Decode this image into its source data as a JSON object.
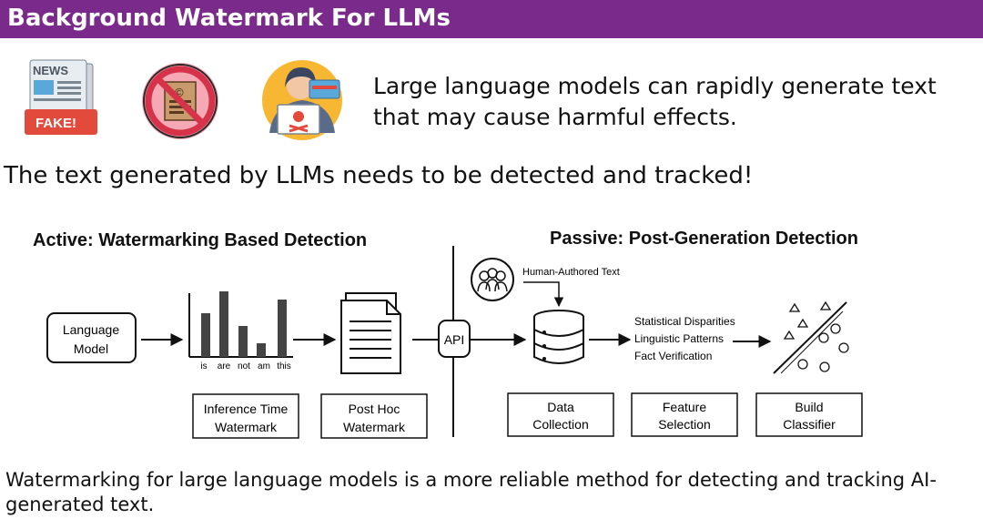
{
  "header": {
    "title": "Background Watermark For LLMs"
  },
  "icons": {
    "news_fake": {
      "icon": "fake-news-icon",
      "top_label": "NEWS",
      "badge_label": "FAKE!"
    },
    "copyright": {
      "icon": "no-copyright-icon",
      "symbol": "©"
    },
    "hacker": {
      "icon": "hacker-icon"
    }
  },
  "intro": {
    "text": "Large language models can rapidly generate text that  may cause harmful effects."
  },
  "need": {
    "text": "The text generated by LLMs needs to be detected and tracked!"
  },
  "active": {
    "title": "Active: Watermarking Based Detection",
    "model_label_1": "Language",
    "model_label_2": "Model",
    "tokens": [
      "is",
      "are",
      "not",
      "am",
      "this"
    ],
    "inference_label_1": "Inference Time",
    "inference_label_2": "Watermark",
    "posthoc_label_1": "Post Hoc",
    "posthoc_label_2": "Watermark"
  },
  "api_label": "API",
  "passive": {
    "title": "Passive: Post-Generation Detection",
    "human_text": "Human-Authored Text",
    "features": [
      "Statistical Disparities",
      "Linguistic Patterns",
      "Fact Verification"
    ],
    "steps": [
      {
        "line1": "Data",
        "line2": "Collection"
      },
      {
        "line1": "Feature",
        "line2": "Selection"
      },
      {
        "line1": "Build",
        "line2": "Classifier"
      }
    ]
  },
  "conclusion": {
    "text": "Watermarking for large language models is a more reliable method for detecting and tracking AI-generated text."
  },
  "colors": {
    "header_bg": "#7a2a8a",
    "header_text": "#ffffff",
    "no_sign_red": "#d6334a",
    "badge_red": "#e24a3b"
  }
}
